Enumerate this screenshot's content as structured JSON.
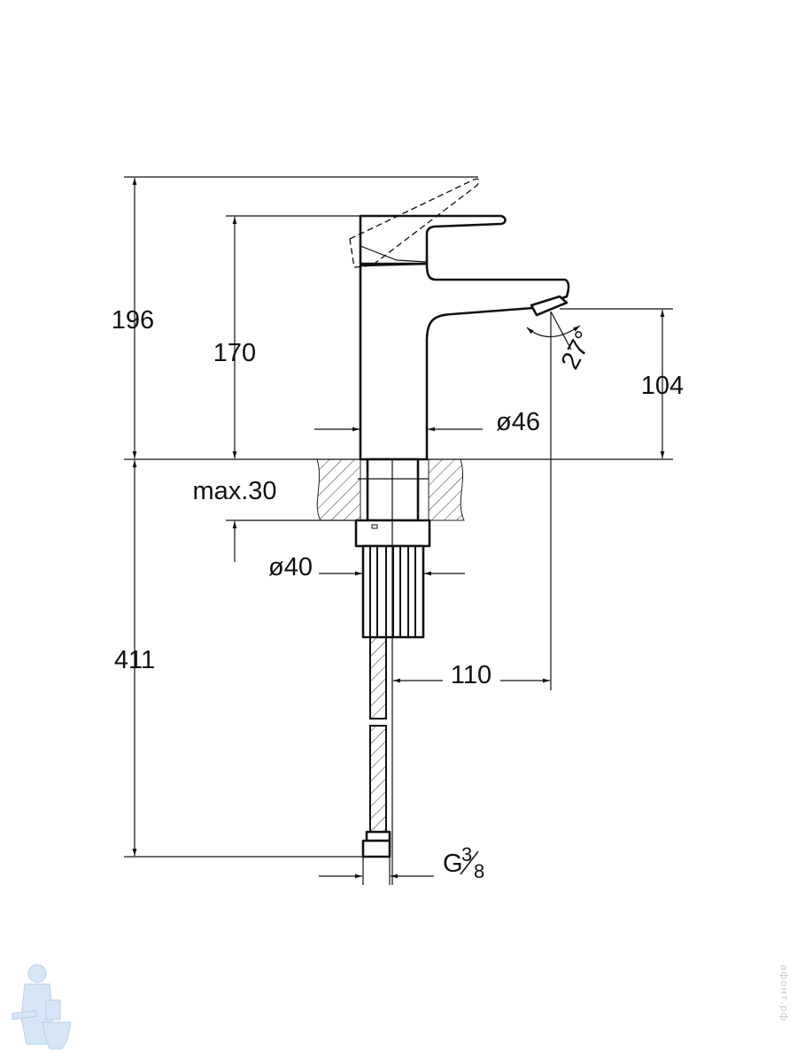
{
  "drawing": {
    "dimensions": {
      "total_height": "196",
      "spout_body_height": "170",
      "spout_outlet_height": "104",
      "body_diameter": "ø46",
      "max_counter_thickness": "max.30",
      "shank_diameter": "ø40",
      "spout_reach": "110",
      "hose_length": "411",
      "thread_main": "G",
      "thread_num": "3",
      "thread_den": "8",
      "jet_angle": "27°"
    },
    "colors": {
      "line": "#111111",
      "watermark": "#cfe0f2"
    }
  },
  "watermark": {
    "text": "афонт.рф"
  }
}
